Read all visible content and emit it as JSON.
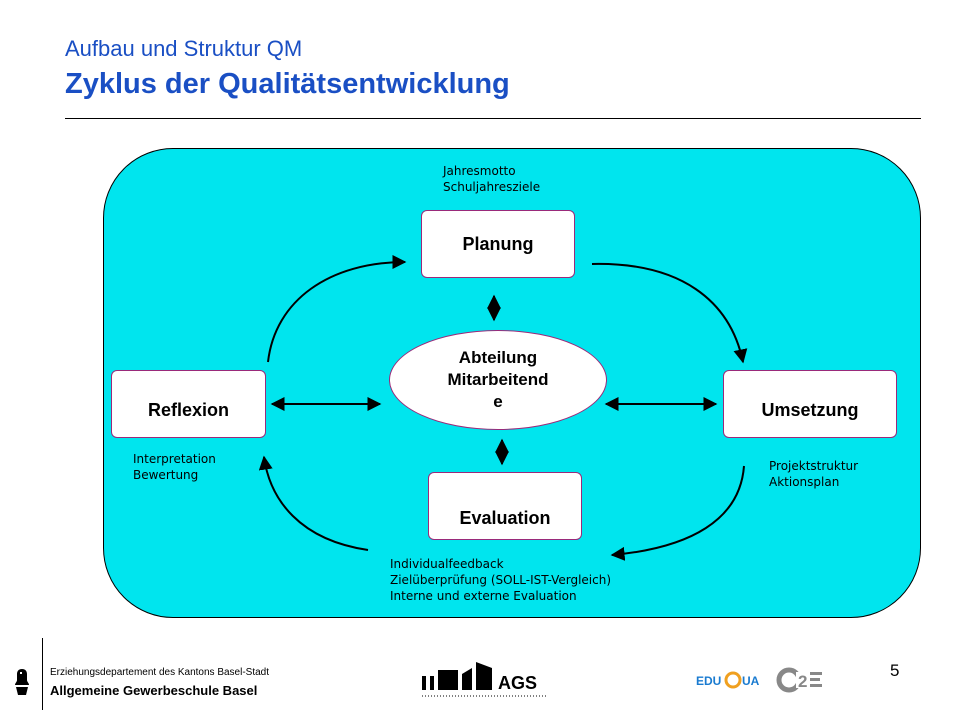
{
  "header": {
    "subtitle": "Aufbau und Struktur QM",
    "title": "Zyklus der Qualitätsentwicklung"
  },
  "diagram": {
    "boxes": {
      "planung": "Planung",
      "umsetzung": "Umsetzung",
      "evaluation": "Evaluation",
      "reflexion": "Reflexion"
    },
    "center": {
      "line1": "Abteilung",
      "line2": "Mitarbeitend",
      "line3": "e"
    },
    "notes": {
      "planung": [
        "Jahresmotto",
        "Schuljahresziele"
      ],
      "umsetzung": [
        "Projektstruktur",
        "Aktionsplan"
      ],
      "evaluation": [
        "Individualfeedback",
        "Zielüberprüfung (SOLL-IST-Vergleich)",
        "Interne und externe Evaluation"
      ],
      "reflexion": [
        "Interpretation",
        "Bewertung"
      ]
    },
    "colors": {
      "background_panel": "#00e5ee",
      "box_border": "#9a2a7a",
      "title": "#1a4fc4"
    }
  },
  "footer": {
    "department": "Erziehungsdepartement des Kantons Basel-Stadt",
    "school": "Allgemeine Gewerbeschule Basel",
    "page_number": "5",
    "logos": {
      "crest": "Basel crest",
      "ags": "AGS",
      "eduqua": "EDUQUA",
      "q2e": "Q2E"
    }
  }
}
